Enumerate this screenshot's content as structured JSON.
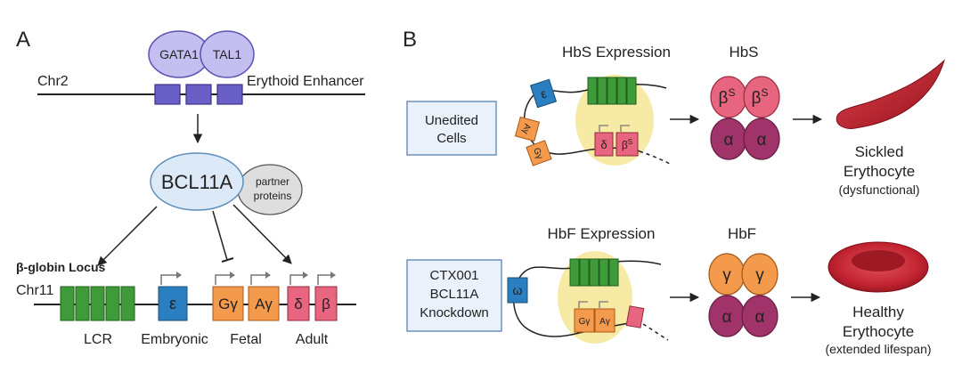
{
  "panel_a": {
    "label": "A",
    "chr2": "Chr2",
    "gata1": "GATA1",
    "tal1": "TAL1",
    "enhancer": "Erythoid Enhancer",
    "bcl11a": "BCL11A",
    "partner_line1": "partner",
    "partner_line2": "proteins",
    "locus_title": "β-globin Locus",
    "chr11": "Chr11",
    "gene_epsilon": "ε",
    "gene_ggamma": "Gγ",
    "gene_agamma": "Aγ",
    "gene_delta": "δ",
    "gene_beta": "β",
    "lcr": "LCR",
    "embryonic": "Embryonic",
    "fetal": "Fetal",
    "adult": "Adult"
  },
  "panel_b": {
    "label": "B",
    "top": {
      "cells_line1": "Unedited",
      "cells_line2": "Cells",
      "expression_title": "HbS Expression",
      "epsilon": "ε",
      "ggamma": "Gγ",
      "agamma": "Aγ",
      "delta": "δ",
      "beta_s": "βS",
      "hb_title": "HbS",
      "beta_sub": "β",
      "sup": "S",
      "alpha": "α",
      "cell_line1": "Sickled",
      "cell_line2": "Erythocyte",
      "cell_line3": "(dysfunctional)"
    },
    "bottom": {
      "cells_line1": "CTX001",
      "cells_line2": "BCL11A",
      "cells_line3": "Knockdown",
      "expression_title": "HbF Expression",
      "omega": "ω",
      "ggamma": "Gγ",
      "agamma": "Aγ",
      "hb_title": "HbF",
      "gamma": "γ",
      "alpha": "α",
      "cell_line1": "Healthy",
      "cell_line2": "Erythocyte",
      "cell_line3": "(extended lifespan)"
    }
  },
  "colors": {
    "lcr_green": "#3f9b3a",
    "epsilon_blue": "#2a7fc1",
    "gamma_orange": "#f39a4c",
    "beta_pink": "#e8657f",
    "enhancer_purple": "#6a5fc7",
    "alpha_purple": "#a0336a",
    "rbc_red": "#c1232f",
    "halo_yellow": "#f7eaa5"
  }
}
